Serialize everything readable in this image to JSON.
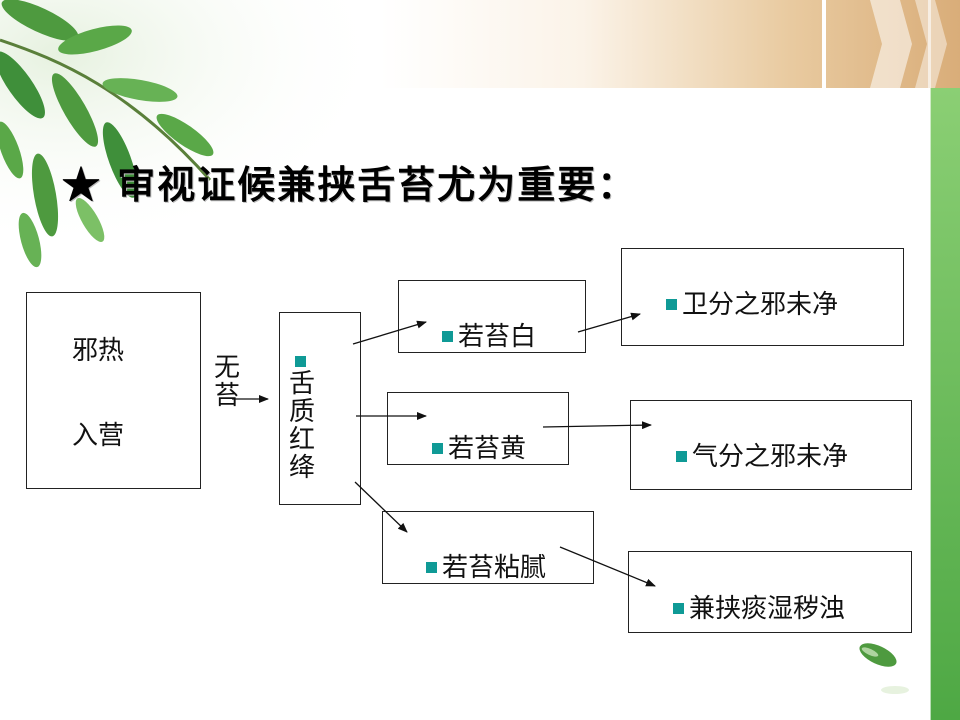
{
  "title": "★ 审视证候兼挟舌苔尤为重要：",
  "source": {
    "line1": "邪热",
    "line2": "入营"
  },
  "connector": "无苔",
  "tongue": {
    "chars": [
      "舌",
      "质",
      "红",
      "绛"
    ]
  },
  "mid": [
    {
      "label": "若苔白"
    },
    {
      "label": "若苔黄"
    },
    {
      "label": "若苔粘腻"
    }
  ],
  "right": [
    {
      "label": "卫分之邪未净"
    },
    {
      "label": "气分之邪未净"
    },
    {
      "label": "兼挟痰湿秽浊"
    }
  ],
  "colors": {
    "bullet": "#0f9a96",
    "green_band": "#6fbf5a",
    "leaf": "#3f8f3a"
  }
}
